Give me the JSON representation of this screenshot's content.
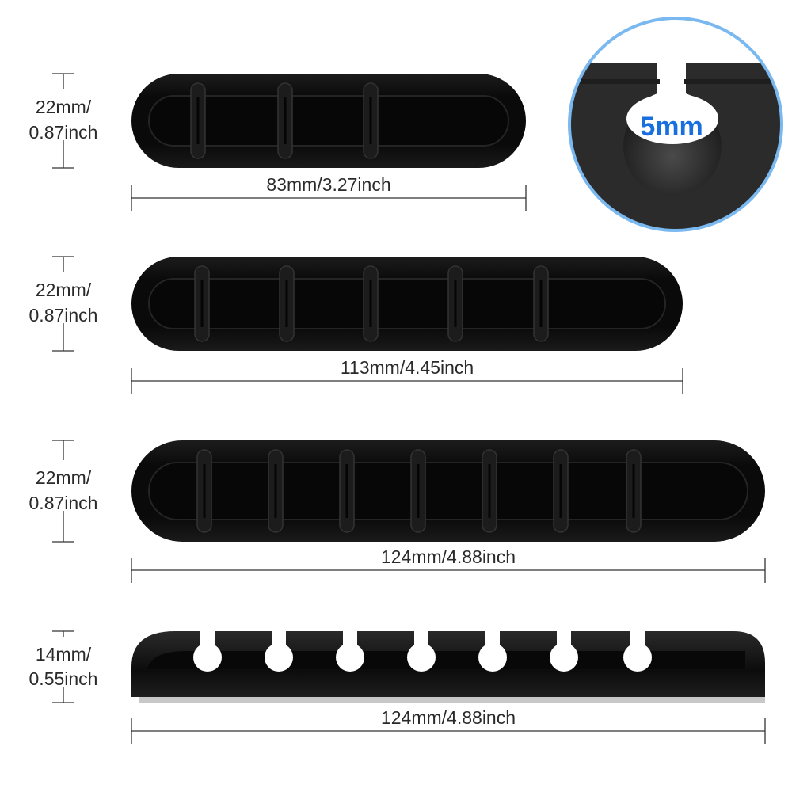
{
  "organizers": [
    {
      "slots": 3,
      "style": "top",
      "height_label": [
        "22mm/",
        "0.87inch"
      ],
      "width_label": "83mm/3.27inch"
    },
    {
      "slots": 5,
      "style": "top",
      "height_label": [
        "22mm/",
        "0.87inch"
      ],
      "width_label": "113mm/4.45inch"
    },
    {
      "slots": 7,
      "style": "top",
      "height_label": [
        "22mm/",
        "0.87inch"
      ],
      "width_label": "124mm/4.88inch"
    },
    {
      "slots": 7,
      "style": "front",
      "height_label": [
        "14mm/",
        "0.55inch"
      ],
      "width_label": "124mm/4.88inch"
    }
  ],
  "inset": {
    "label": "5mm",
    "label_color": "#1a6fe0",
    "ring_color": "#7ab8f0"
  },
  "colors": {
    "body": "#111111",
    "highlight": "#2c2c2c",
    "base": "#c8c8c8"
  }
}
